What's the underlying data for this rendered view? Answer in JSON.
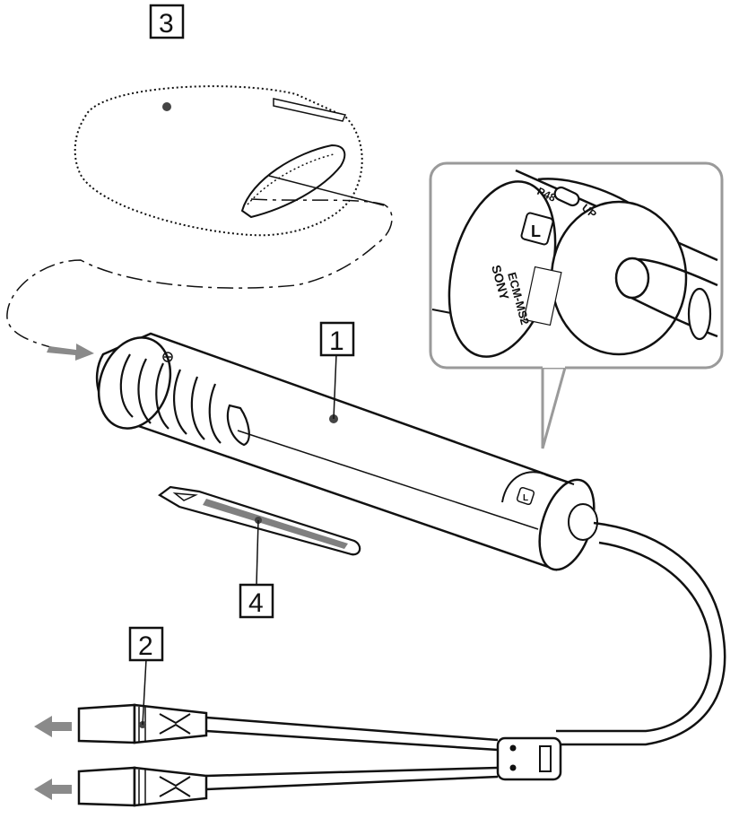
{
  "callouts": {
    "c1": "1",
    "c2": "2",
    "c3": "3",
    "c4": "4"
  },
  "mic_labels": {
    "p48": "P48",
    "up": "UP",
    "l": "L",
    "brand": "SONY",
    "model": "ECM-MS2"
  },
  "colors": {
    "outline": "#111111",
    "arrow": "#8a8a8a",
    "inset_border": "#9a9a9a",
    "background": "#ffffff"
  },
  "icons": {
    "direction_arrows": "arrow-left-icon",
    "attach_arrow": "arrow-right-icon"
  }
}
